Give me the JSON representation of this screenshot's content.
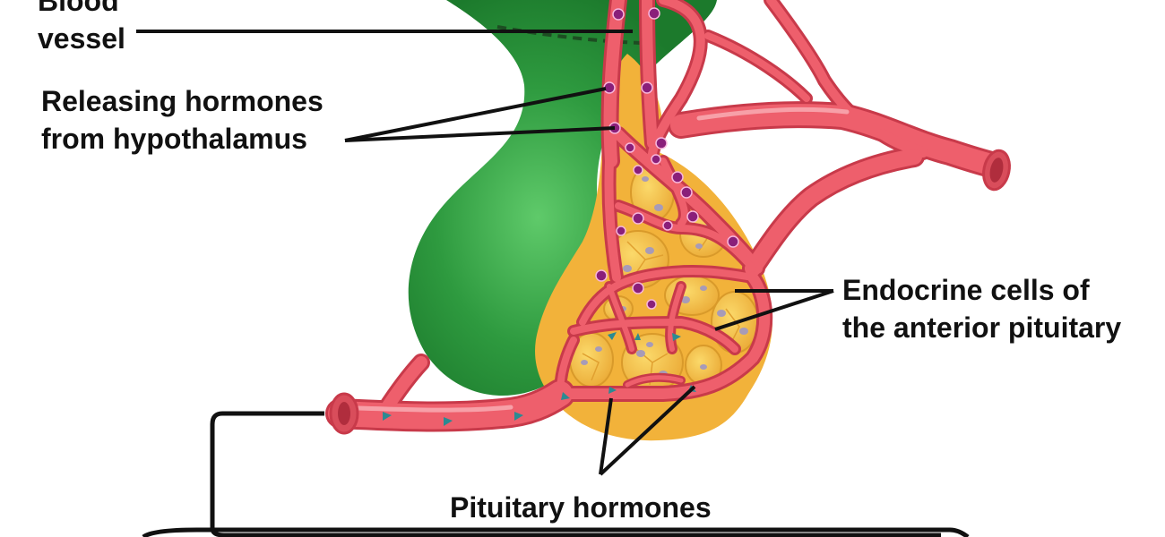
{
  "labels": {
    "blood_vessel": {
      "line1": "Blood",
      "line2": "vessel"
    },
    "releasing": {
      "line1": "Releasing hormones",
      "line2": "from hypothalamus"
    },
    "endocrine": {
      "line1": "Endocrine cells of",
      "line2": "the anterior pituitary"
    },
    "pituitary_hormones": "Pituitary hormones"
  },
  "colors": {
    "posterior_lobe": "#2e9a3f",
    "anterior_tissue": "#f2b23a",
    "vessel": "#ee5f6c",
    "vessel_dark": "#c83a4a",
    "releasing_hormone_dot": "#8a1f7a",
    "pituitary_hormone_triangle": "#2c8a92",
    "endocrine_cell": "#f7c64a",
    "leader_line": "#111111"
  }
}
